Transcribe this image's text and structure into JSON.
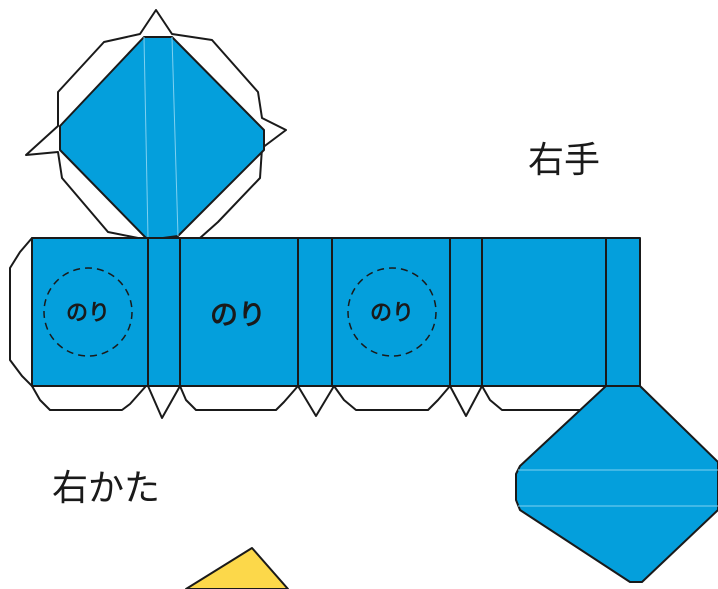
{
  "labels": {
    "right_hand": "右手",
    "right_shoulder": "右かた"
  },
  "glue_marks": {
    "face1": "のり",
    "face2": "のり",
    "face3": "のり"
  },
  "colors": {
    "face": "#049fdc",
    "flap": "#ffffff",
    "outline": "#1a1a1a",
    "yellow_piece": "#fcd84a"
  }
}
